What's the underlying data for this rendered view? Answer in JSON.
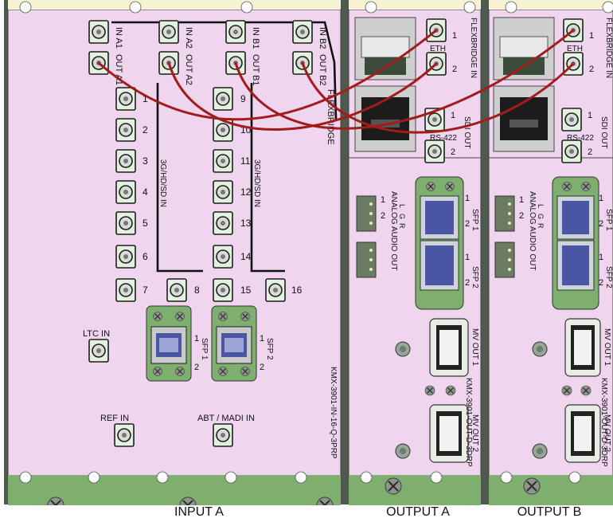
{
  "modules": {
    "input_a": {
      "model": "KMX-3901-IN-16-Q-3PRP",
      "bnc_inputs": [
        "1",
        "2",
        "3",
        "4",
        "5",
        "6",
        "7",
        "8",
        "9",
        "10",
        "11",
        "12",
        "13",
        "14",
        "15",
        "16"
      ],
      "group_label": "3G/HD/SD IN",
      "top_ports": [
        "IN A1",
        "OUT A1",
        "IN A2",
        "OUT A2",
        "IN B1",
        "OUT B1",
        "IN B2",
        "OUT B2"
      ],
      "flexbridge": "FLEXBRIDGE",
      "sfp_label_1": "SFP 1",
      "sfp_label_2": "SFP 2",
      "sfp_port_1": "1",
      "sfp_port_2": "2",
      "ltc": "LTC IN",
      "ref": "REF IN",
      "abt": "ABT / MADI IN"
    },
    "output_module": {
      "model": "KMX-3901-OUT-D-3DRP",
      "flexbridge_in": "FLEXBRIDGE IN",
      "eth": "ETH",
      "rs422": "RS-422",
      "sdi_out": "SDI OUT",
      "analog": "ANALOG AUDIO OUT",
      "audio_pins": [
        "L",
        "G",
        "R"
      ],
      "mv_out_1": "MV OUT 1",
      "mv_out_2": "MV OUT 2",
      "sfp1": "SFP 1",
      "sfp2": "SFP 2",
      "port_1": "1",
      "port_2": "2"
    }
  },
  "captions": {
    "input_a": "INPUT A",
    "output_a": "OUTPUT A",
    "output_b": "OUTPUT B"
  },
  "colors": {
    "panel": "#efd5ee",
    "rail": "#7eaf6e",
    "cable": "#a31b1b",
    "frame": "#4f5a4f"
  }
}
